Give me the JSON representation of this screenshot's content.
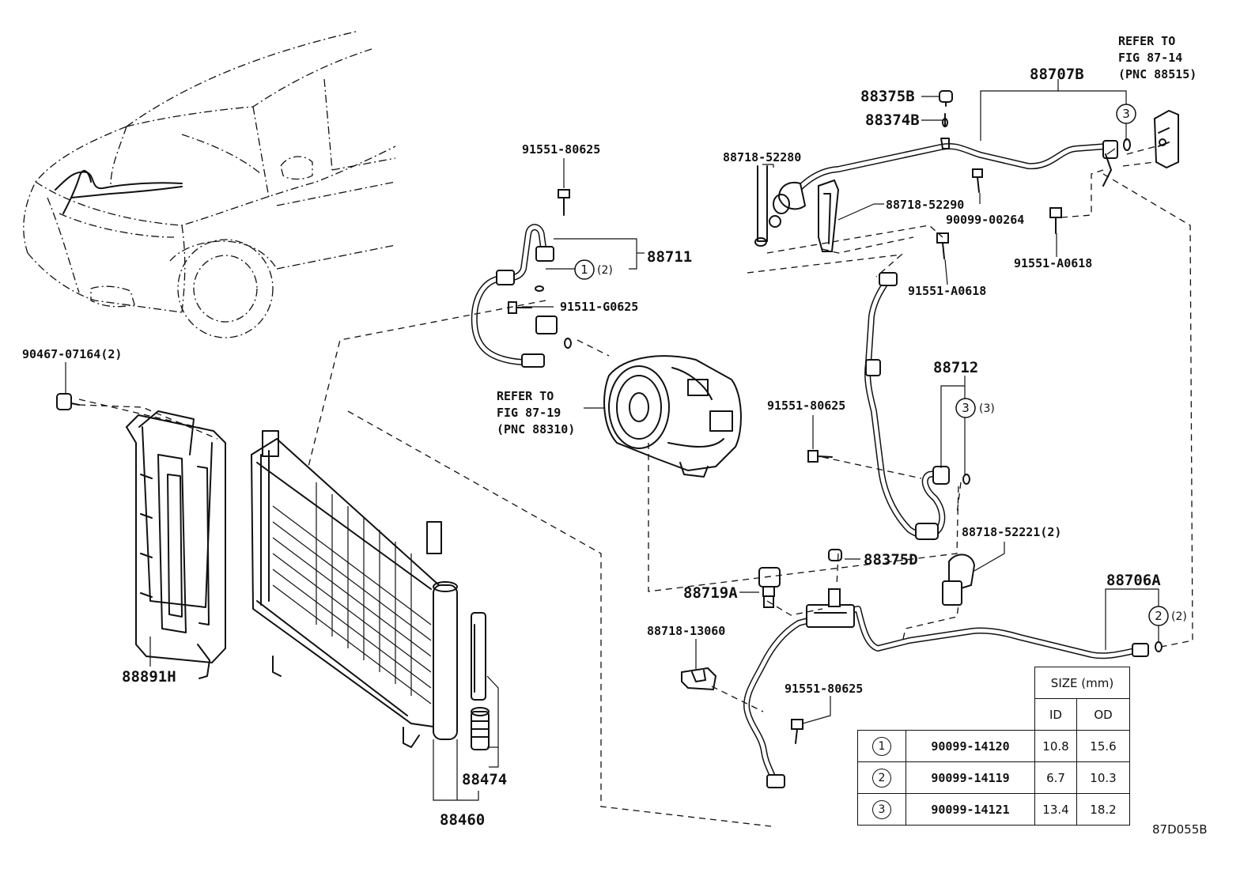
{
  "figure_code": "87D055B",
  "callouts": {
    "p90467": "90467-07164(2)",
    "p88891H": "88891H",
    "p88460": "88460",
    "p88474": "88474",
    "p91551a": "91551-80625",
    "p88711": "88711",
    "p91511": "91511-G0625",
    "p88375B": "88375B",
    "p88374B": "88374B",
    "p88707B": "88707B",
    "p88718_52280": "88718-52280",
    "p88718_52290": "88718-52290",
    "p90099_00264": "90099-00264",
    "p91551_A0618a": "91551-A0618",
    "p91551_A0618b": "91551-A0618",
    "p88712": "88712",
    "p91551b": "91551-80625",
    "p88718_52221": "88718-52221(2)",
    "p88375D": "88375D",
    "p88719A": "88719A",
    "p88706A": "88706A",
    "p88718_13060": "88718-13060",
    "p91551c": "91551-80625"
  },
  "refs": {
    "compressor": [
      "REFER TO",
      "FIG 87-19",
      "(PNC 88310)"
    ],
    "expansion_valve": [
      "REFER TO",
      "FIG 87-14",
      "(PNC 88515)"
    ]
  },
  "oring_markers": {
    "m88711": {
      "num": "1",
      "qty": "(2)"
    },
    "m88707B": {
      "num": "3",
      "qty": ""
    },
    "m88712": {
      "num": "3",
      "qty": "(3)"
    },
    "m88706A": {
      "num": "2",
      "qty": "(2)"
    }
  },
  "size_table": {
    "header": "SIZE (mm)",
    "col_id": "ID",
    "col_od": "OD",
    "rows": [
      {
        "num": "1",
        "part": "90099-14120",
        "id": "10.8",
        "od": "15.6"
      },
      {
        "num": "2",
        "part": "90099-14119",
        "id": "6.7",
        "od": "10.3"
      },
      {
        "num": "3",
        "part": "90099-14121",
        "id": "13.4",
        "od": "18.2"
      }
    ]
  }
}
